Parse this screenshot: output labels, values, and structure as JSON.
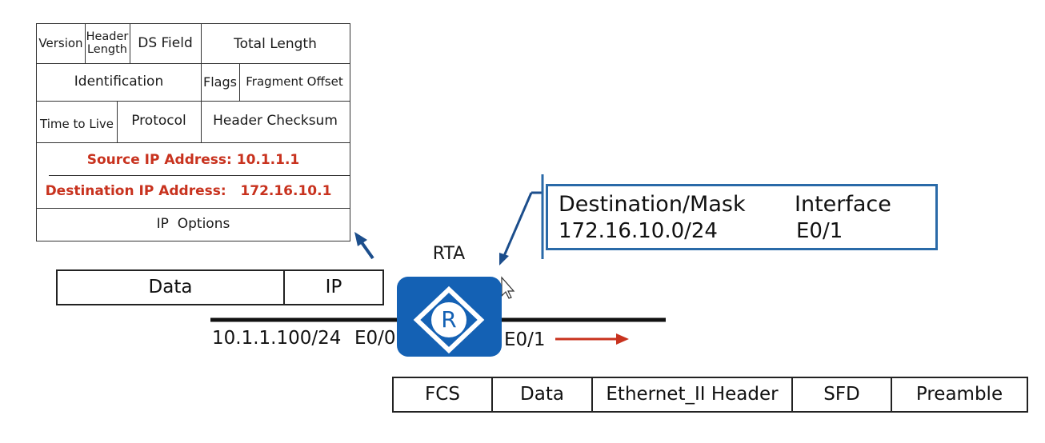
{
  "ip_header": {
    "version": "Version",
    "header_length": "Header Length",
    "ds_field": "DS Field",
    "total_length": "Total Length",
    "identification": "Identification",
    "flags": "Flags",
    "fragment_offset": "Fragment Offset",
    "ttl": "Time to Live",
    "protocol": "Protocol",
    "header_checksum": "Header Checksum",
    "source_ip": "Source IP Address:  10.1.1.1",
    "dest_ip": "Destination IP Address:   172.16.10.1",
    "ip_options": "IP  Options"
  },
  "packet": {
    "data": "Data",
    "ip": "IP"
  },
  "router": {
    "name": "RTA",
    "icon_letter": "R"
  },
  "routing_table": {
    "col_dest": "Destination/Mask",
    "col_iface": "Interface",
    "row_dest": "172.16.10.0/24",
    "row_iface": "E0/1"
  },
  "link": {
    "host_ip": "10.1.1.100/24",
    "iface_in": "E0/0",
    "iface_out": "E0/1"
  },
  "frame": {
    "fcs": "FCS",
    "data": "Data",
    "eth_header": "Ethernet_II Header",
    "sfd": "SFD",
    "preamble": "Preamble"
  },
  "colors": {
    "highlight_red": "#c8321e",
    "router_blue": "#1461b4",
    "arrow_blue": "#1c4e8c",
    "table_border": "#2a6aa8"
  }
}
